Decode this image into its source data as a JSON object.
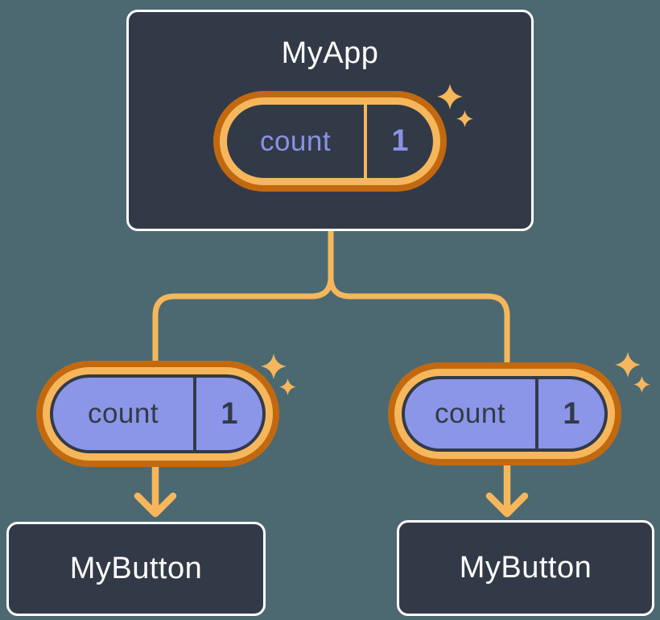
{
  "diagram": {
    "title": "component-tree-state-diagram",
    "colors": {
      "background": "#4C6972",
      "box_fill": "#333A47",
      "box_border": "#FFFFFF",
      "connector": "#F6B75C",
      "ring_outer": "#C2690F",
      "ring_inner": "#F6B75C",
      "pill_fill_parent": "#333A47",
      "pill_fill_child": "#8B96E8",
      "text_light": "#FFFFFF",
      "text_periwinkle": "#8893E6",
      "text_dark": "#333A47"
    },
    "icons": {
      "sparkle": "4-point-star ✦",
      "arrow_down": "chevron-down-arrow ↓"
    },
    "nodes": {
      "parent": {
        "title": "MyApp",
        "state": {
          "name": "count",
          "value": "1"
        }
      },
      "child_left": {
        "title": "MyButton",
        "state": {
          "name": "count",
          "value": "1"
        }
      },
      "child_right": {
        "title": "MyButton",
        "state": {
          "name": "count",
          "value": "1"
        }
      }
    }
  }
}
